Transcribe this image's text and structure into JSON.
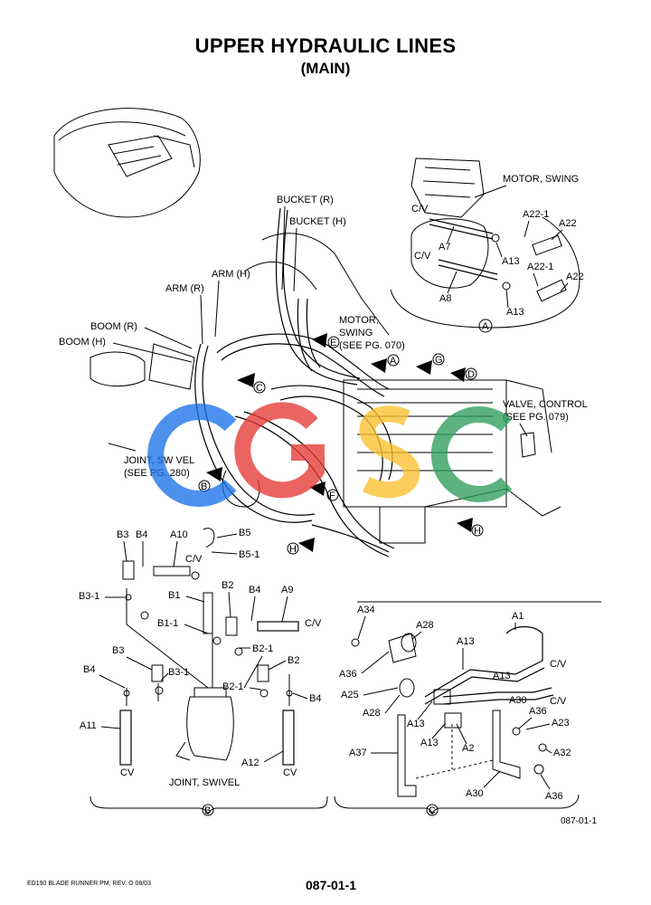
{
  "title": "UPPER HYDRAULIC LINES",
  "subtitle": "(MAIN)",
  "footer": {
    "left": "ED190 BLADE RUNNER PM, REV. O 08/03",
    "page": "087-01-1",
    "figure_ref": "087-01-1"
  },
  "watermark": {
    "text": "CGSC",
    "colors": [
      "#1a73e8",
      "#e53935",
      "#fbc02d",
      "#2e9d5b"
    ]
  },
  "labels": {
    "bucket_r": "BUCKET (R)",
    "bucket_h": "BUCKET (H)",
    "arm_h": "ARM (H)",
    "arm_r": "ARM (R)",
    "boom_r": "BOOM (R)",
    "boom_h": "BOOM (H)",
    "motor_swing_1": "MOTOR,",
    "motor_swing_2": "SWING",
    "motor_swing_3": "(SEE PG. 070)",
    "valve_control_1": "VALVE, CONTROL",
    "valve_control_2": "(SEE PG. 079)",
    "joint_swivel_1": "JOINT, SW VEL",
    "joint_swivel_2": "(SEE PG. 280)",
    "motor_swing_top": "MOTOR, SWING",
    "joint_swivel_bottom": "JOINT, SWIVEL"
  },
  "callouts": {
    "A": "A",
    "B": "B",
    "C": "C",
    "D": "D",
    "E": "E",
    "F": "F",
    "G": "G",
    "H": "H"
  },
  "detail_a": {
    "cv_1": "C/V",
    "cv_2": "C/V",
    "a22_1a": "A22-1",
    "a22a": "A22",
    "a7": "A7",
    "a13a": "A13",
    "a22_1b": "A22-1",
    "a22b": "A22",
    "a8": "A8",
    "a13b": "A13",
    "tag": "A"
  },
  "detail_b": {
    "b3": "B3",
    "b4": "B4",
    "a10": "A10",
    "b5": "B5",
    "b5_1": "B5-1",
    "cv_top": "C/V",
    "b3_1": "B3-1",
    "b1": "B1",
    "b2": "B2",
    "b4b": "B4",
    "a9": "A9",
    "cv_a9": "C/V",
    "b1_1": "B1-1",
    "b2_1": "B2-1",
    "b3b": "B3",
    "b4c": "B4",
    "b3_1b": "B3-1",
    "b2b": "B2",
    "b2_1b": "B2-1",
    "b4d": "B4",
    "a11": "A11",
    "a12": "A12",
    "cv_left": "CV",
    "cv_right": "CV",
    "tag": "B"
  },
  "detail_c": {
    "a34": "A34",
    "a28": "A28",
    "a1": "A1",
    "a13a": "A13",
    "cv_1": "C/V",
    "a36a": "A36",
    "a25": "A25",
    "a13b": "A13",
    "cv_2": "C/V",
    "a30a": "A30",
    "a36b": "A36",
    "a28b": "A28",
    "a13c": "A13",
    "a23": "A23",
    "a37": "A37",
    "a13d": "A13",
    "a2": "A2",
    "a32": "A32",
    "a30b": "A30",
    "a36c": "A36",
    "tag": "C"
  }
}
